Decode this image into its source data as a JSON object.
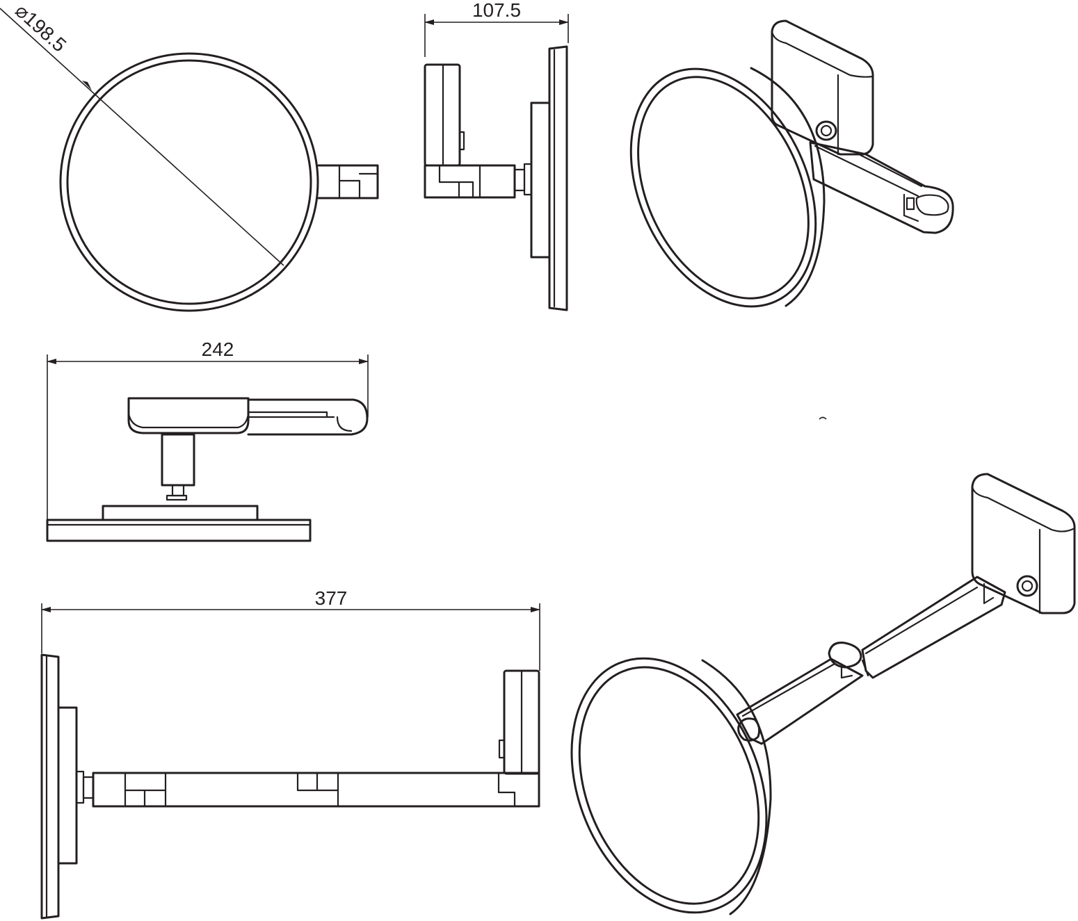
{
  "dimensions": {
    "diameter": "198.5",
    "depth": "107.5",
    "height": "242",
    "reach": "377"
  },
  "colors": {
    "line": "#231f20",
    "background": "#ffffff"
  }
}
